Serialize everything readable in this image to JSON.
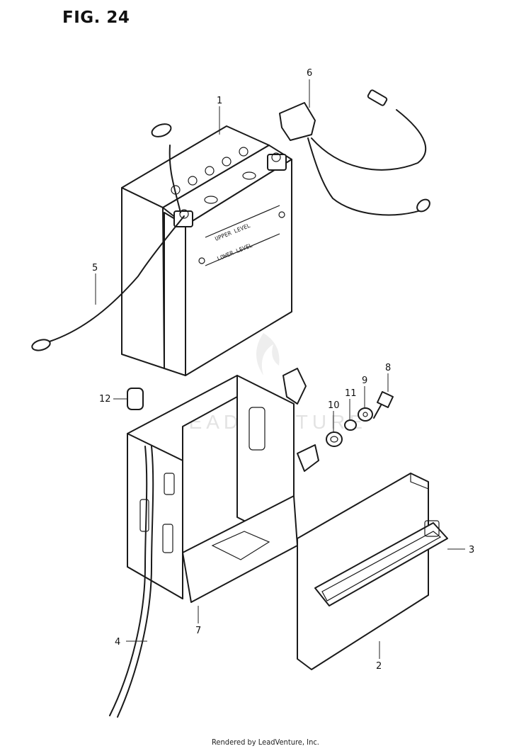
{
  "figure": {
    "title": "FIG. 24"
  },
  "callouts": [
    {
      "id": "1",
      "label": "1"
    },
    {
      "id": "2",
      "label": "2"
    },
    {
      "id": "3",
      "label": "3"
    },
    {
      "id": "4",
      "label": "4"
    },
    {
      "id": "5",
      "label": "5"
    },
    {
      "id": "6",
      "label": "6"
    },
    {
      "id": "7",
      "label": "7"
    },
    {
      "id": "8",
      "label": "8"
    },
    {
      "id": "9",
      "label": "9"
    },
    {
      "id": "10",
      "label": "10"
    },
    {
      "id": "11",
      "label": "11"
    },
    {
      "id": "12",
      "label": "12"
    }
  ],
  "battery": {
    "upper_level": "UPPER LEVEL",
    "lower_level": "LOWER LEVEL"
  },
  "watermark": "LEADVENTURE",
  "footer": "Rendered by LeadVenture, Inc."
}
